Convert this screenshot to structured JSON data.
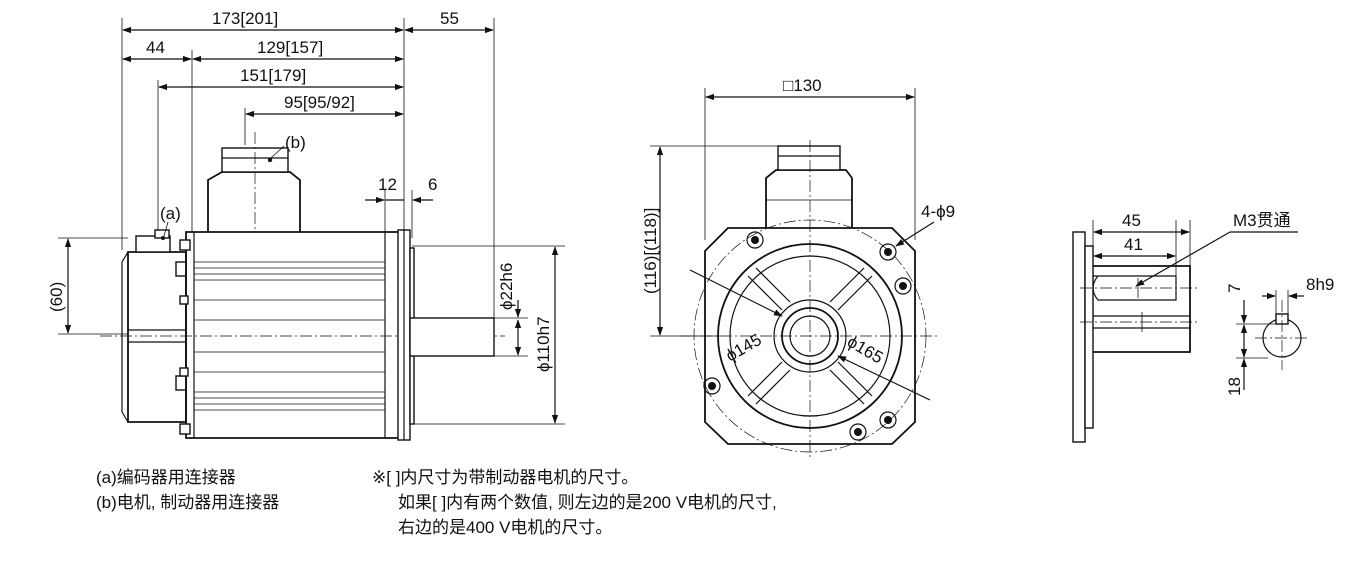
{
  "side_view": {
    "dim_overall": "173[201]",
    "dim_shaft_len": "55",
    "dim_44": "44",
    "dim_129": "129[157]",
    "dim_151": "151[179]",
    "dim_95": "95[95/92]",
    "dim_12": "12",
    "dim_6": "6",
    "dim_60": "(60)",
    "dim_shaft_dia": "ϕ22h6",
    "dim_pilot_dia": "ϕ110h7",
    "label_a": "(a)",
    "label_b": "(b)"
  },
  "front_view": {
    "dim_square": "□130",
    "dim_height": "(116)[(118)]",
    "dim_holes": "4-ϕ9",
    "dim_145": "ϕ145",
    "dim_165": "ϕ165"
  },
  "shaft_view": {
    "dim_45": "45",
    "dim_41": "41",
    "thread_label": "M3贯通",
    "dim_7": "7",
    "dim_key": "8h9",
    "dim_18": "18"
  },
  "notes": {
    "left": [
      "(a)编码器用连接器",
      "(b)电机, 制动器用连接器"
    ],
    "right": [
      "※[ ]内尺寸为带制动器电机的尺寸。",
      "如果[ ]内有两个数值, 则左边的是200 V电机的尺寸,",
      "右边的是400 V电机的尺寸。"
    ]
  }
}
